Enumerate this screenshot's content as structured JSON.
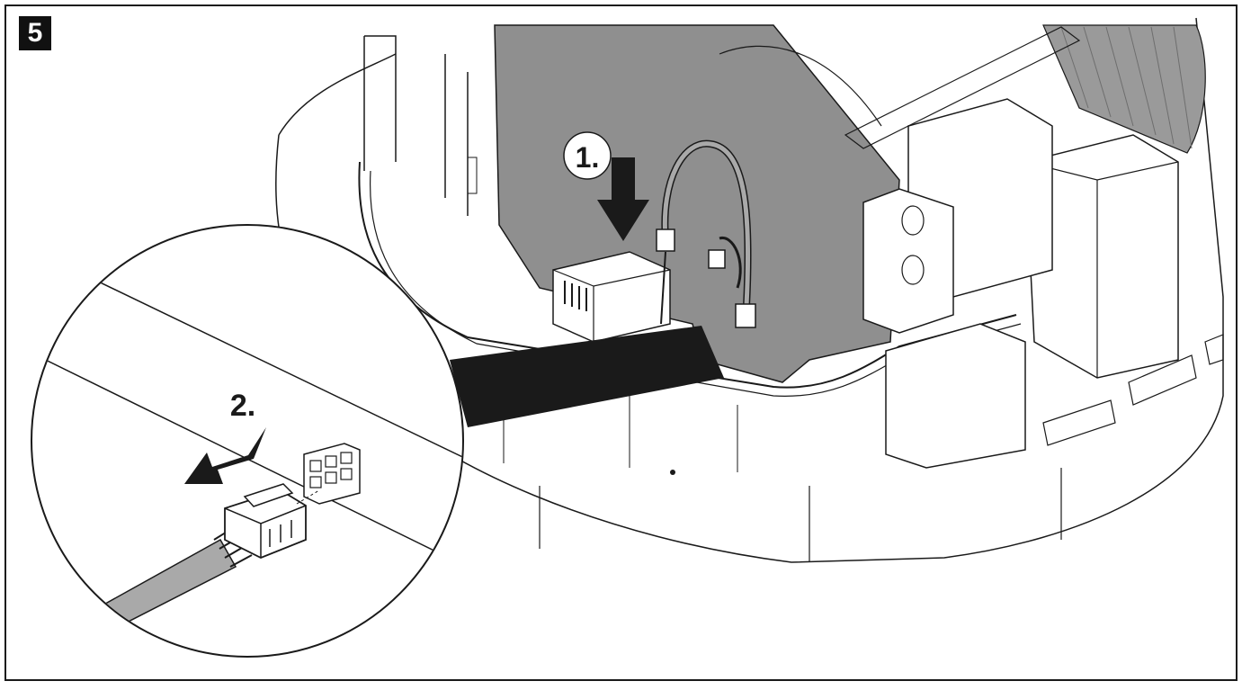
{
  "figure": {
    "step_number": "5",
    "callouts": [
      "1.",
      "2."
    ]
  },
  "colors": {
    "line": "#1a1a1a",
    "board": "#8f8f8f",
    "cable": "#a9a9a9",
    "background": "#ffffff"
  },
  "icons": {
    "press-arrow": "down-arrow-icon",
    "pull-arrow": "left-arrow-icon"
  }
}
